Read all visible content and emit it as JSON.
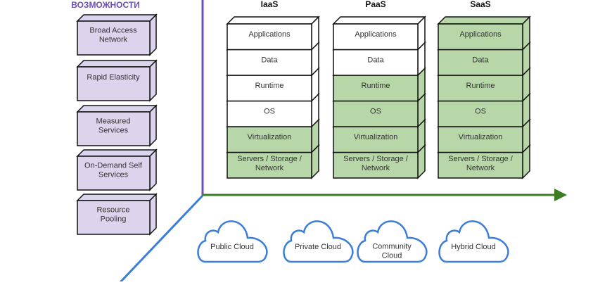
{
  "left_title": "ВОЗМОЖНОСТИ",
  "characteristics": [
    [
      "Broad Access",
      "Network"
    ],
    [
      "Rapid Elasticity"
    ],
    [
      "Measured",
      "Services"
    ],
    [
      "On-Demand  Self",
      "Services"
    ],
    [
      "Resource",
      "Pooling"
    ]
  ],
  "layers": [
    "Applications",
    "Data",
    "Runtime",
    "OS",
    "Virtualization",
    [
      "Servers / Storage /",
      "Network"
    ]
  ],
  "models": [
    {
      "name": "IaaS",
      "managed_from_layer": 4
    },
    {
      "name": "PaaS",
      "managed_from_layer": 2
    },
    {
      "name": "SaaS",
      "managed_from_layer": 0
    }
  ],
  "deployment": [
    [
      "Public Cloud"
    ],
    [
      "Private Cloud"
    ],
    [
      "Community",
      "Cloud"
    ],
    [
      "Hybrid Cloud"
    ]
  ],
  "colors": {
    "characteristic_fill": "#dcd3ec",
    "managed_fill": "#b7d7a8",
    "unmanaged_fill": "#ffffff",
    "vertical_axis": "#6f50b8",
    "horizontal_axis": "#3a7d22",
    "diagonal_axis": "#3b7dd8",
    "cloud_stroke": "#3b7dd8"
  }
}
